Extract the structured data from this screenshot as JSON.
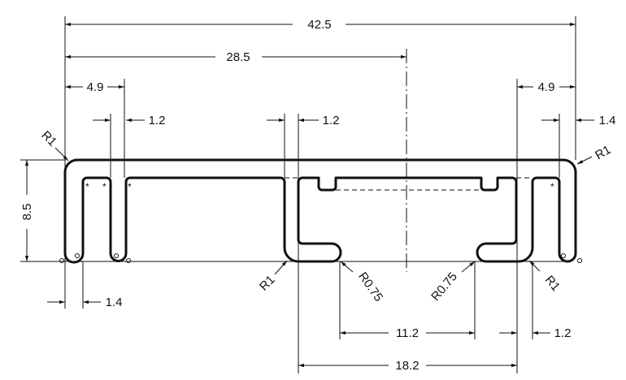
{
  "drawing": {
    "dimensions": {
      "overall_width": "42.5",
      "center_offset": "28.5",
      "left_flange": "4.9",
      "right_flange": "4.9",
      "left_slot": "1.2",
      "middle_wall": "1.2",
      "right_wall_top": "1.4",
      "height": "8.5",
      "left_wall": "1.4",
      "opening": "11.2",
      "right_wall_bottom": "1.2",
      "channel_width": "18.2"
    },
    "radii": {
      "top_left": "R1",
      "top_right": "R1",
      "bottom_left": "R1",
      "bump_left": "R0.75",
      "bump_right": "R0.75",
      "bottom_right": "R1"
    },
    "marker": "*",
    "colors": {
      "line": "#111111",
      "background": "#ffffff"
    }
  }
}
